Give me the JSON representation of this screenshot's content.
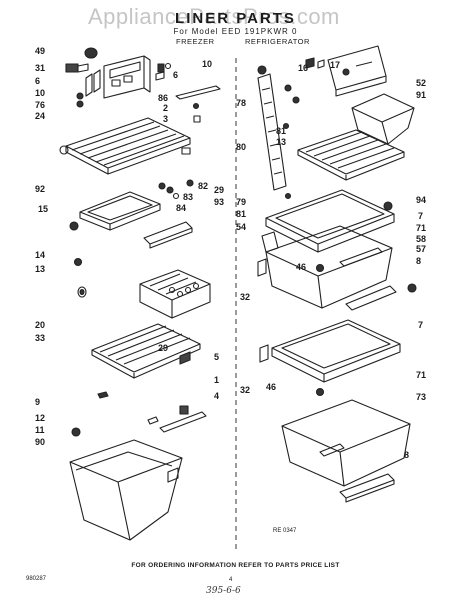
{
  "header": {
    "watermark": "AppliancePartsPros.com",
    "title": "LINER PARTS",
    "model_line": "For Model EED 191PKWR 0"
  },
  "sections": {
    "left": "FREEZER",
    "right": "REFRIGERATOR"
  },
  "callouts": [
    "49",
    "31",
    "6",
    "10",
    "76",
    "24",
    "6",
    "10",
    "86",
    "2",
    "3",
    "16",
    "17",
    "52",
    "91",
    "78",
    "80",
    "81",
    "13",
    "79",
    "81",
    "54",
    "82",
    "29",
    "83",
    "84",
    "93",
    "92",
    "15",
    "14",
    "13",
    "94",
    "7",
    "71",
    "58",
    "57",
    "8",
    "46",
    "32",
    "7",
    "20",
    "33",
    "29",
    "5",
    "9",
    "12",
    "11",
    "90",
    "1",
    "4",
    "46",
    "32",
    "71",
    "73",
    "8"
  ],
  "footer": {
    "ordering": "FOR ORDERING INFORMATION REFER TO PARTS PRICE LIST",
    "doc_number": "980287",
    "page": "4",
    "handwritten": "395-6-6",
    "drawing_ref": "RE  0347"
  }
}
